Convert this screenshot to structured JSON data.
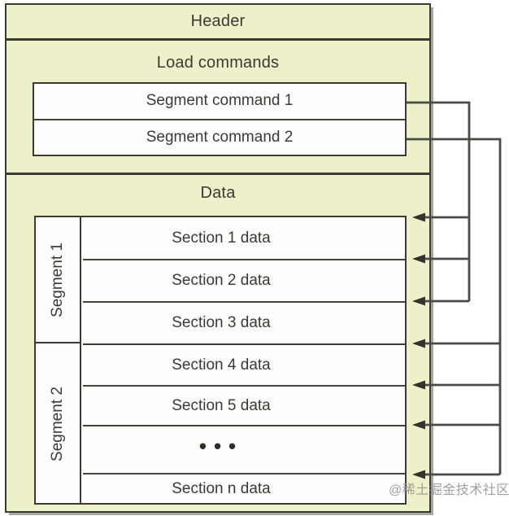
{
  "diagram": {
    "header_label": "Header",
    "load_commands_label": "Load commands",
    "segment_commands": [
      "Segment command 1",
      "Segment command 2"
    ],
    "data_label": "Data",
    "segments": [
      {
        "label": "Segment 1",
        "sections": [
          "Section 1 data",
          "Section 2 data",
          "Section 3 data"
        ]
      },
      {
        "label": "Segment 2",
        "sections": [
          "Section 4 data",
          "Section 5 data",
          "•••",
          "Section n data"
        ]
      }
    ],
    "connections": [
      {
        "from": "Segment command 1",
        "to": [
          "Section 1 data",
          "Section 2 data",
          "Section 3 data"
        ]
      },
      {
        "from": "Segment command 2",
        "to": [
          "Section 4 data",
          "Section 5 data",
          "•••",
          "Section n data"
        ]
      }
    ],
    "watermark": "@稀土掘金技术社区",
    "colors": {
      "box_fill": "#eef0c9",
      "row_fill": "#fdfdfd",
      "border": "#3b3b33",
      "inner_divider": "#45453c",
      "connector_line": "#4b4b45",
      "arrowhead": "#33332c",
      "text": "#3a3a35",
      "watermark_text": "#8f8f8f"
    }
  }
}
